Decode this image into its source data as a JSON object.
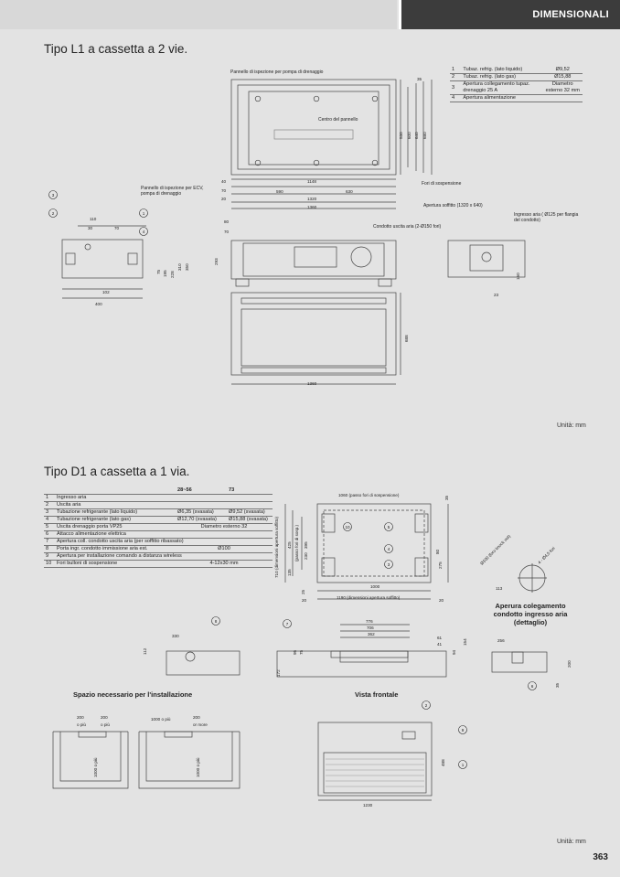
{
  "header": {
    "section": "DIMENSIONALI"
  },
  "section1": {
    "title": "Tipo L1 a cassetta a 2 vie.",
    "unit": "Unità: mm",
    "rows": [
      {
        "n": "1",
        "desc": "Tubaz. refrig. (lato liquido)",
        "val": "Ø9,52"
      },
      {
        "n": "2",
        "desc": "Tubaz. refrig. (lato gas)",
        "val": "Ø15,88"
      },
      {
        "n": "3",
        "desc": "Apertura collegamento tupaz. drenaggio 25 A",
        "val": "Diametro esterno 32 mm"
      },
      {
        "n": "4",
        "desc": "Apertura alimentazione",
        "val": ""
      }
    ],
    "labels": {
      "inspection_pump": "Pannello di ispezione per pompa di drenaggio",
      "panel_center": "Centro del pannello",
      "inspection_ecv": "Pannello di ispezione per ECV, pompa di drenaggio",
      "suspension_holes": "Fori di sospensione",
      "ceiling_opening": "Apertura soffitto (1320 x 640)",
      "air_outlet": "Condotto uscita aria (2-Ø150 fori)",
      "air_inlet": "Ingresso aria ( Ø125 per flangia del condotto)"
    },
    "dims": {
      "d1148": "1148",
      "d590": "590",
      "d630": "630",
      "d1320": "1320",
      "d1360": "1360",
      "d40": "40",
      "d70": "70",
      "d20": "20",
      "d80": "80",
      "d70b": "70",
      "d110": "110",
      "d30": "30",
      "d70c": "70",
      "d102": "102",
      "d400": "400",
      "d530": "530",
      "d600": "600",
      "d640": "640",
      "d680": "680",
      "d35": "35",
      "d293": "293",
      "d160": "160",
      "d23": "23",
      "d688": "688",
      "d1360b": "1360",
      "d75": "75",
      "d195": "195",
      "d228": "228",
      "d310": "310",
      "d350": "350"
    }
  },
  "section2": {
    "title": "Tipo D1 a cassetta a 1 via.",
    "unit": "Unità: mm",
    "head": {
      "c1": "28~56",
      "c2": "73"
    },
    "rows": [
      {
        "n": "1",
        "desc": "Ingresso aria",
        "v1": "",
        "v2": ""
      },
      {
        "n": "2",
        "desc": "Uscita aria",
        "v1": "",
        "v2": ""
      },
      {
        "n": "3",
        "desc": "Tubazione refrigerante (lato liquido)",
        "v1": "Ø6,35 (svasata)",
        "v2": "Ø9,52 (svasata)"
      },
      {
        "n": "4",
        "desc": "Tubazione refrigerante (lato gas)",
        "v1": "Ø12,70 (svasata)",
        "v2": "Ø15,88 (svasata)"
      },
      {
        "n": "5",
        "desc": "Uscita drenaggio porta VP25",
        "v1": "Diametro esterno 32",
        "v2": ""
      },
      {
        "n": "6",
        "desc": "Attacco alimentazione elettrica",
        "v1": "",
        "v2": ""
      },
      {
        "n": "7",
        "desc": "Apertura coll. condotto uscita aria (per soffitto ribassato)",
        "v1": "",
        "v2": ""
      },
      {
        "n": "8",
        "desc": "Porta ingr. condotto immissione aria est.",
        "v1": "Ø100",
        "v2": ""
      },
      {
        "n": "9",
        "desc": "Apertura per installazione comando a distanza wireless",
        "v1": "",
        "v2": ""
      },
      {
        "n": "10",
        "desc": "Fori bulloni di sospensione",
        "v1": "4-12x30 mm",
        "v2": ""
      }
    ],
    "labels": {
      "space_needed": "Spazio necessario per l'installazione",
      "front_view": "Vista frontale",
      "inlet_detail": "Aperura colegamento condotto ingresso aria (dettaglio)",
      "pitch": "1060 (passo fori di sospensione)",
      "ceiling_dim": "1190 (dimensioni apertura soffitto)",
      "ceiling_v": "710 (dimensioni apertura soffitto)",
      "susp_v": "(passo fori di sosp.)",
      "knock": "Ø100 (foro knock out)",
      "hole": "4 - Ø4,5 fori",
      "or_more1": "o più",
      "or_more2": "o più",
      "or_more3": "1000 o più",
      "or_more4": "or more",
      "or_more5": "1000 o più",
      "or_more6": "1000 o più"
    },
    "dims": {
      "d1000": "1000",
      "d20": "20",
      "d35": "35",
      "d25": "25",
      "d425": "425",
      "d395": "395",
      "d230": "230",
      "d135": "135",
      "d275": "275",
      "d80": "80",
      "d776": "776",
      "d706": "706",
      "d362": "362",
      "d61": "61",
      "d41": "41",
      "d154": "154",
      "d94": "94",
      "d330": "330",
      "d112": "112",
      "d172": "172",
      "d95": "95",
      "d75": "75",
      "d256": "256",
      "d200": "200",
      "d35b": "35",
      "d113": "113",
      "d200a": "200",
      "d200b": "200",
      "d200c": "200",
      "d1230": "1230",
      "d488": "488"
    }
  },
  "page": {
    "number": "363"
  }
}
